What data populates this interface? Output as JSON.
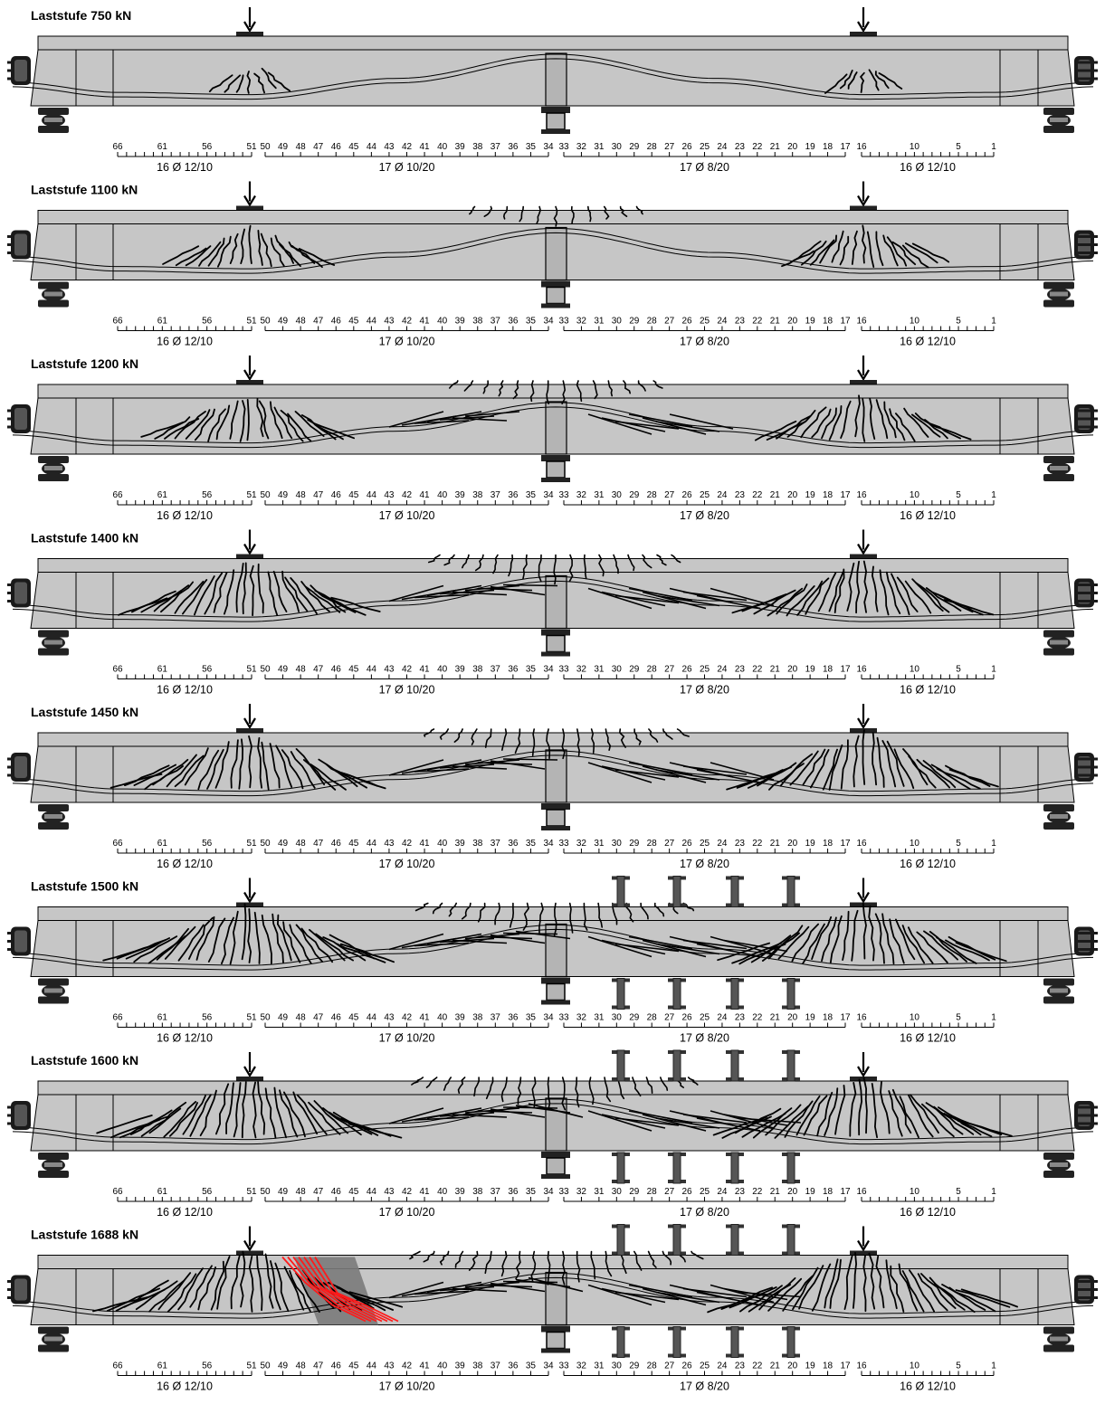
{
  "figure": {
    "stages": [
      {
        "title": "Laststufe 750 kN",
        "crack_level": 0.08,
        "clamps": false,
        "failure": false
      },
      {
        "title": "Laststufe 1100 kN",
        "crack_level": 0.45,
        "clamps": false,
        "failure": false
      },
      {
        "title": "Laststufe 1200 kN",
        "crack_level": 0.62,
        "clamps": false,
        "failure": false
      },
      {
        "title": "Laststufe 1400 kN",
        "crack_level": 0.8,
        "clamps": false,
        "failure": false
      },
      {
        "title": "Laststufe 1450 kN",
        "crack_level": 0.86,
        "clamps": false,
        "failure": false
      },
      {
        "title": "Laststufe 1500 kN",
        "crack_level": 0.92,
        "clamps": true,
        "failure": false
      },
      {
        "title": "Laststufe 1600 kN",
        "crack_level": 0.97,
        "clamps": true,
        "failure": false
      },
      {
        "title": "Laststufe 1688 kN",
        "crack_level": 1.0,
        "clamps": true,
        "failure": true
      }
    ],
    "stirrup_scale": {
      "groups": [
        {
          "label": "16 Ø 12/10",
          "ticks": [
            "66",
            "61",
            "56",
            "51"
          ]
        },
        {
          "label": "17 Ø 10/20",
          "ticks": [
            "50",
            "49",
            "48",
            "47",
            "46",
            "45",
            "44",
            "43",
            "42",
            "41",
            "40",
            "39",
            "38",
            "37",
            "36",
            "35",
            "34"
          ]
        },
        {
          "label": "17 Ø 8/20",
          "ticks": [
            "33",
            "32",
            "31",
            "30",
            "29",
            "28",
            "27",
            "26",
            "25",
            "24",
            "23",
            "22",
            "21",
            "20",
            "19",
            "18",
            "17"
          ]
        },
        {
          "label": "16 Ø 12/10",
          "ticks": [
            "16",
            "10",
            "5",
            "1"
          ]
        }
      ]
    },
    "colors": {
      "concrete": "#c6c6c6",
      "crack": "#000000",
      "failure_crack": "#ff1a1a",
      "failure_zone": "#7a7a7a",
      "column": "#b4b4b4"
    }
  }
}
